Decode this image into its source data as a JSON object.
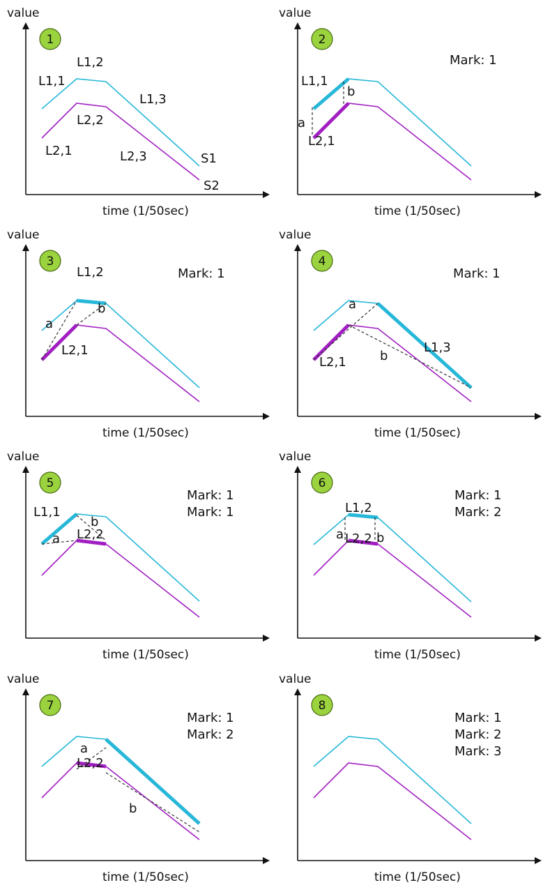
{
  "colors": {
    "s1": "#27b7d8",
    "s2": "#a11fc2",
    "badge_fill": "#9ad33e",
    "badge_stroke": "#4a6a12",
    "axis": "#111111",
    "dash": "#333333"
  },
  "axis_labels": {
    "y": "value",
    "x": "time (1/50sec)"
  },
  "panels": [
    {
      "number": "1",
      "labels": [
        {
          "text": "L1,1"
        },
        {
          "text": "L1,2"
        },
        {
          "text": "L1,3"
        },
        {
          "text": "L2,1"
        },
        {
          "text": "L2,2"
        },
        {
          "text": "L2,3"
        },
        {
          "text": "S1"
        },
        {
          "text": "S2"
        }
      ],
      "marks": []
    },
    {
      "number": "2",
      "labels": [
        {
          "text": "L1,1"
        },
        {
          "text": "L2,1"
        },
        {
          "text": "a"
        },
        {
          "text": "b"
        }
      ],
      "marks": [
        "Mark: 1"
      ]
    },
    {
      "number": "3",
      "labels": [
        {
          "text": "L1,2"
        },
        {
          "text": "L2,1"
        },
        {
          "text": "a"
        },
        {
          "text": "b"
        }
      ],
      "marks": [
        "Mark: 1"
      ]
    },
    {
      "number": "4",
      "labels": [
        {
          "text": "L1,3"
        },
        {
          "text": "L2,1"
        },
        {
          "text": "a"
        },
        {
          "text": "b"
        }
      ],
      "marks": [
        "Mark: 1"
      ]
    },
    {
      "number": "5",
      "labels": [
        {
          "text": "L1,1"
        },
        {
          "text": "L2,2"
        },
        {
          "text": "a"
        },
        {
          "text": "b"
        }
      ],
      "marks": [
        "Mark: 1",
        "Mark: 1"
      ]
    },
    {
      "number": "6",
      "labels": [
        {
          "text": "L1,2"
        },
        {
          "text": "L2,2"
        },
        {
          "text": "a"
        },
        {
          "text": "b"
        }
      ],
      "marks": [
        "Mark: 1",
        "Mark: 2"
      ]
    },
    {
      "number": "7",
      "labels": [
        {
          "text": "L2,2"
        },
        {
          "text": "a"
        },
        {
          "text": "b"
        }
      ],
      "marks": [
        "Mark: 1",
        "Mark: 2"
      ]
    },
    {
      "number": "8",
      "labels": [],
      "marks": [
        "Mark: 1",
        "Mark: 2",
        "Mark: 3"
      ]
    }
  ]
}
